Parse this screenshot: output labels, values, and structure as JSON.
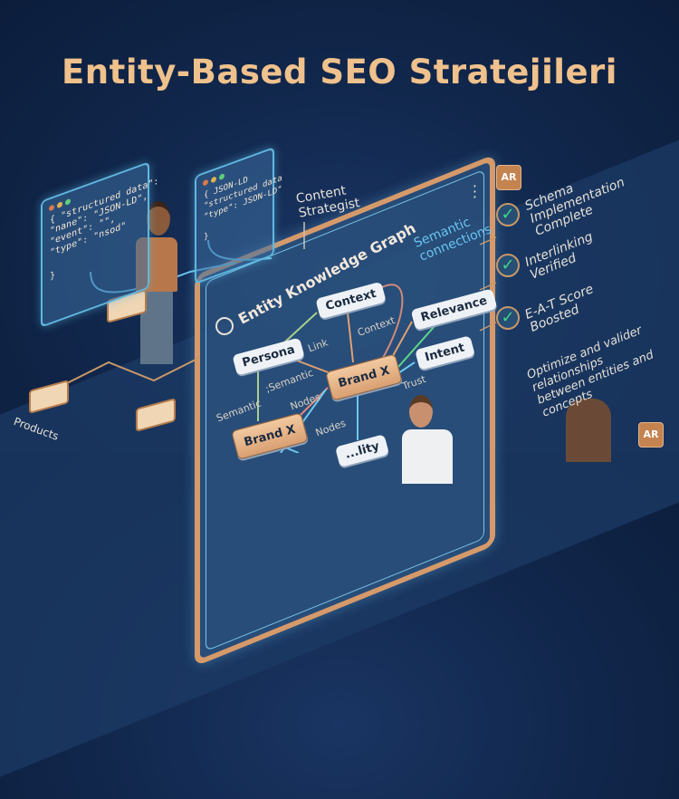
{
  "title": "Entity-Based SEO Stratejileri",
  "colors": {
    "background": "#10264a",
    "title": "#efc18c",
    "accent_cyan": "#5fb7e0",
    "copper": "#d69a6a",
    "check_green": "#3fd68a"
  },
  "code_panel_left": {
    "lines": [
      "{ \"structured data\":",
      "\"nane\": \"JSON-LD\",",
      "\"event\": \"\",",
      "\"type\": \"nsod\"",
      "}"
    ]
  },
  "code_panel_right": {
    "lines": [
      "{ JSON-LD",
      "\"structured data",
      "\"type\": JSON-LD\"",
      "}"
    ]
  },
  "strategist_label": "Content Strategist",
  "graph": {
    "title": "Entity Knowledge Graph",
    "subtitle": "Semantic connections",
    "nodes": {
      "persona": "Persona",
      "context": "Context",
      "relevance": "Relevance",
      "intent": "Intent",
      "brand_center": "Brand X",
      "brand_left": "Brand X",
      "bottom": "...lity"
    },
    "edge_labels": {
      "link": "Link",
      "context": "Context",
      "semantic1": "Semantic",
      "semantic2": ";Semantic",
      "nodes1": "Nodes",
      "nodes2": "Nodes",
      "trust": "Trust"
    }
  },
  "checklist": [
    {
      "label": "Schema Implementation Complete",
      "checked": true
    },
    {
      "label": "Interlinking Verified",
      "checked": true
    },
    {
      "label": "E-A-T Score Boosted",
      "checked": true
    }
  ],
  "ar_badge": "AR",
  "ar_badge_bottom": "AR",
  "note": "Optimize and valider relationships between entities and concepts",
  "products_label": "Products",
  "icons": [
    "openai-logo-icon",
    "kebab-menu-icon",
    "check-icon",
    "ar-icon",
    "product-doc-icon",
    "calendar-icon",
    "vr-headset-icon"
  ]
}
